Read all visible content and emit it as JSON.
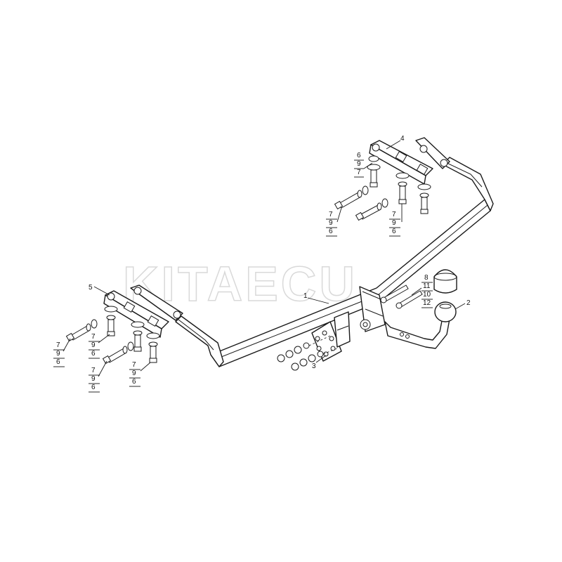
{
  "watermark": "KITAECU",
  "callouts": {
    "main_bar": "1",
    "tow_ball": "2",
    "socket_plate": "3",
    "right_bracket": "4",
    "left_bracket": "5"
  },
  "stack_6_9_7": [
    "6",
    "9",
    "7"
  ],
  "stack_7_9_6": [
    "7",
    "9",
    "6"
  ],
  "stack_ball_hw": [
    "8",
    "11",
    "10",
    "12"
  ]
}
